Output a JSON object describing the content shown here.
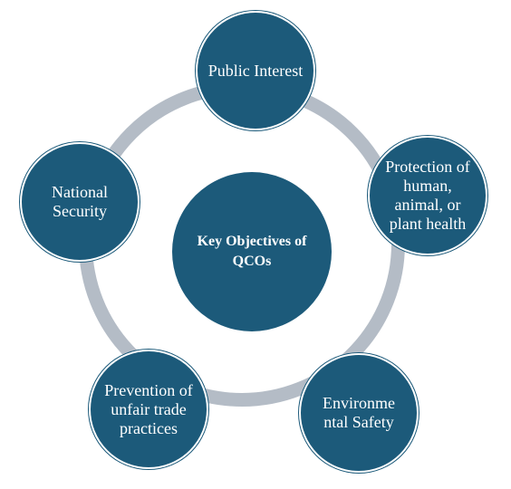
{
  "diagram": {
    "center": {
      "label": "Key Objectives of QCOs"
    },
    "nodes": [
      {
        "label": "Public Interest"
      },
      {
        "label": "Protection of human, animal, or plant health"
      },
      {
        "label": "Environme ntal Safety"
      },
      {
        "label": "Prevention of unfair trade practices"
      },
      {
        "label": "National Security"
      }
    ]
  },
  "colors": {
    "node_fill": "#1c5a7a",
    "ring": "#b4bcc6",
    "text": "#ffffff"
  }
}
